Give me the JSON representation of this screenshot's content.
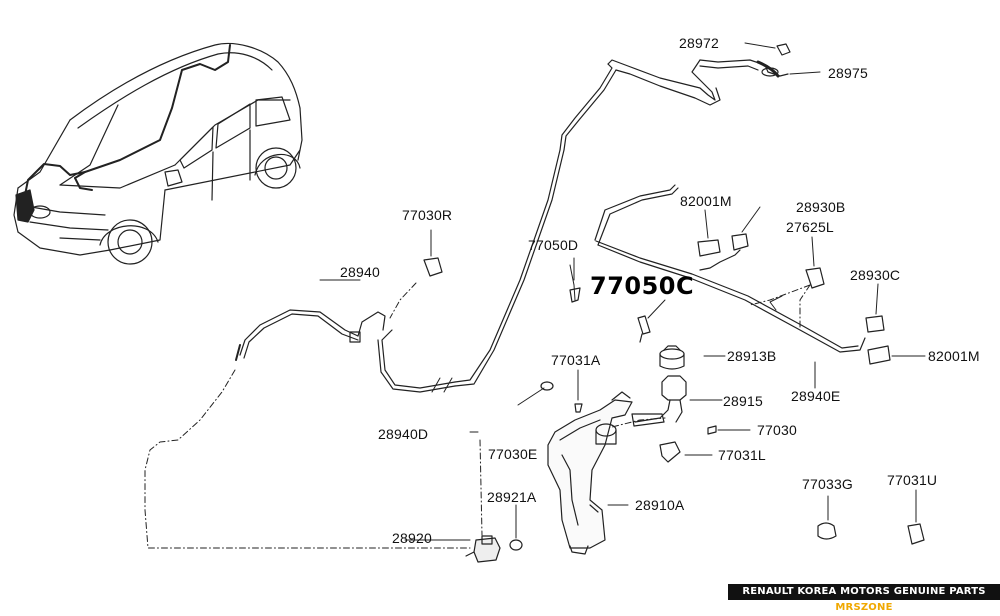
{
  "diagram": {
    "highlight_label": "77050C",
    "labels": [
      {
        "id": "28972",
        "text": "28972"
      },
      {
        "id": "28975",
        "text": "28975"
      },
      {
        "id": "82001M-a",
        "text": "82001M"
      },
      {
        "id": "28930B",
        "text": "28930B"
      },
      {
        "id": "77030R",
        "text": "77030R"
      },
      {
        "id": "27625L",
        "text": "27625L"
      },
      {
        "id": "77050D",
        "text": "77050D"
      },
      {
        "id": "28930C",
        "text": "28930C"
      },
      {
        "id": "28940",
        "text": "28940"
      },
      {
        "id": "82001M-b",
        "text": "82001M"
      },
      {
        "id": "77031A",
        "text": "77031A"
      },
      {
        "id": "28913B",
        "text": "28913B"
      },
      {
        "id": "28915",
        "text": "28915"
      },
      {
        "id": "28940E",
        "text": "28940E"
      },
      {
        "id": "28940D",
        "text": "28940D"
      },
      {
        "id": "77030",
        "text": "77030"
      },
      {
        "id": "77030E",
        "text": "77030E"
      },
      {
        "id": "77031L",
        "text": "77031L"
      },
      {
        "id": "77033G",
        "text": "77033G"
      },
      {
        "id": "77031U",
        "text": "77031U"
      },
      {
        "id": "28921A",
        "text": "28921A"
      },
      {
        "id": "28910A",
        "text": "28910A"
      },
      {
        "id": "28920",
        "text": "28920"
      }
    ]
  },
  "footer": {
    "text": "RENAULT KOREA MOTORS GENUINE PARTS ",
    "brand": "MRSZONE"
  }
}
